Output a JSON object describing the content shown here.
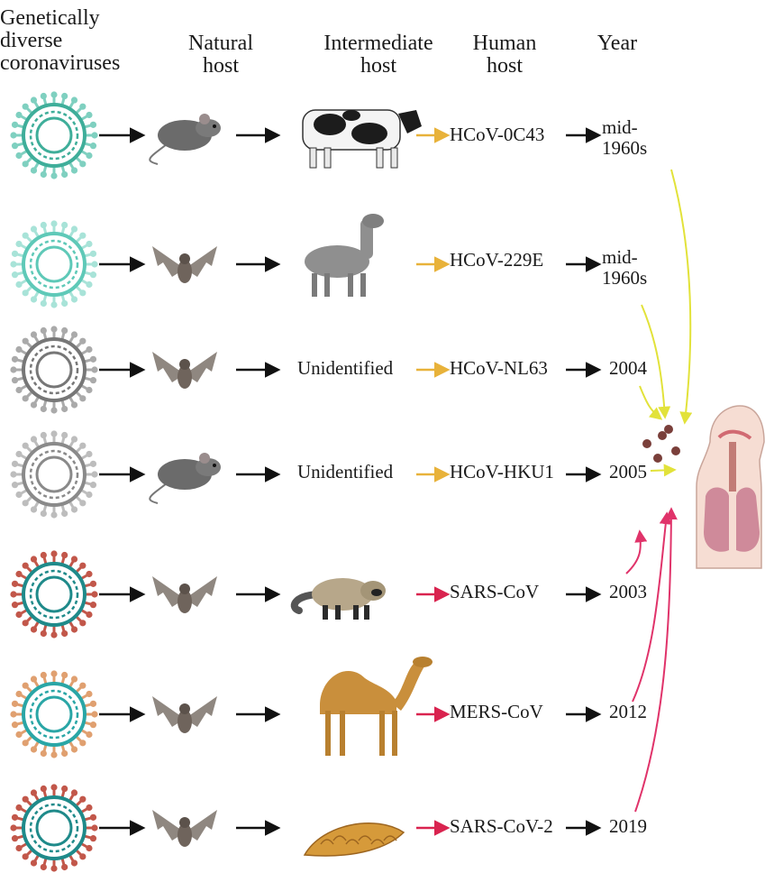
{
  "headers": {
    "viruses": "Genetically\ndiverse\ncoronaviruses",
    "natural_host": "Natural\nhost",
    "intermediate_host": "Intermediate\nhost",
    "human_host": "Human\nhost",
    "year": "Year"
  },
  "rows": [
    {
      "virus_icon": "coronavirus-icon",
      "virus_colors": [
        "#3fae9a",
        "#7fd0c0"
      ],
      "natural_host_icon": "rat-icon",
      "intermediate_host_icon": "cow-icon",
      "intermediate_host_text": "",
      "human_virus": "HCoV-0C43",
      "year": "mid-\n1960s",
      "arrow_color": "#e8b23a"
    },
    {
      "virus_icon": "coronavirus-icon",
      "virus_colors": [
        "#5fc9b8",
        "#a8e3d8"
      ],
      "natural_host_icon": "bat-icon",
      "intermediate_host_icon": "alpaca-icon",
      "intermediate_host_text": "",
      "human_virus": "HCoV-229E",
      "year": "mid-\n1960s",
      "arrow_color": "#e8b23a"
    },
    {
      "virus_icon": "coronavirus-icon",
      "virus_colors": [
        "#777777",
        "#aaaaaa"
      ],
      "natural_host_icon": "bat-icon",
      "intermediate_host_icon": "",
      "intermediate_host_text": "Unidentified",
      "human_virus": "HCoV-NL63",
      "year": "2004",
      "arrow_color": "#e8b23a"
    },
    {
      "virus_icon": "coronavirus-icon",
      "virus_colors": [
        "#8a8a8a",
        "#bdbdbd"
      ],
      "natural_host_icon": "rat-icon",
      "intermediate_host_icon": "",
      "intermediate_host_text": "Unidentified",
      "human_virus": "HCoV-HKU1",
      "year": "2005",
      "arrow_color": "#e8b23a"
    },
    {
      "virus_icon": "coronavirus-icon",
      "virus_colors": [
        "#1f8a8a",
        "#c2574a"
      ],
      "natural_host_icon": "bat-icon",
      "intermediate_host_icon": "civet-icon",
      "intermediate_host_text": "",
      "human_virus": "SARS-CoV",
      "year": "2003",
      "arrow_color": "#d9234f"
    },
    {
      "virus_icon": "coronavirus-icon",
      "virus_colors": [
        "#2aa6a6",
        "#e0a070"
      ],
      "natural_host_icon": "bat-icon",
      "intermediate_host_icon": "camel-icon",
      "intermediate_host_text": "",
      "human_virus": "MERS-CoV",
      "year": "2012",
      "arrow_color": "#d9234f"
    },
    {
      "virus_icon": "coronavirus-icon",
      "virus_colors": [
        "#1f8a8a",
        "#c2574a"
      ],
      "natural_host_icon": "bat-icon",
      "intermediate_host_icon": "pangolin-icon",
      "intermediate_host_text": "",
      "human_virus": "SARS-CoV-2",
      "year": "2019",
      "arrow_color": "#d9234f"
    }
  ],
  "colors": {
    "arrow_black": "#111111",
    "arrow_yellow": "#e8b23a",
    "arrow_red": "#d9234f",
    "curve_yellow": "#e2e23a",
    "curve_red": "#e0336a"
  },
  "human_icon": "human-respiratory-system-icon"
}
